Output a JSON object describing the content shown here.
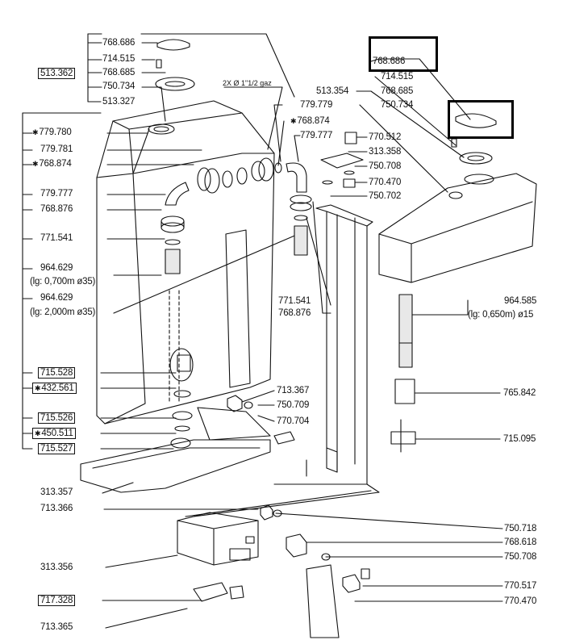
{
  "note": "2X Ø 1\"1/2 gaz",
  "left_labels": [
    {
      "text": "768.686",
      "boxed": false,
      "starred": false
    },
    {
      "text": "714.515",
      "boxed": false,
      "starred": false
    },
    {
      "text": "768.685",
      "boxed": false,
      "starred": false
    },
    {
      "text": "750.734",
      "boxed": false,
      "starred": false
    },
    {
      "text": "513.327",
      "boxed": false,
      "starred": false
    },
    {
      "text": "779.780",
      "boxed": false,
      "starred": true
    },
    {
      "text": "779.781",
      "boxed": false,
      "starred": false
    },
    {
      "text": "768.874",
      "boxed": false,
      "starred": true
    },
    {
      "text": "779.777",
      "boxed": false,
      "starred": false
    },
    {
      "text": "768.876",
      "boxed": false,
      "starred": false
    },
    {
      "text": "771.541",
      "boxed": false,
      "starred": false
    },
    {
      "text": "964.629",
      "boxed": false,
      "starred": false
    },
    {
      "text": "(lg: 0,700m ø35)",
      "boxed": false,
      "starred": false
    },
    {
      "text": "964.629",
      "boxed": false,
      "starred": false
    },
    {
      "text": "(lg: 2,000m ø35)",
      "boxed": false,
      "starred": false
    },
    {
      "text": "715.528",
      "boxed": true,
      "starred": false
    },
    {
      "text": "432.561",
      "boxed": true,
      "starred": true
    },
    {
      "text": "715.526",
      "boxed": true,
      "starred": false
    },
    {
      "text": "450.511",
      "boxed": true,
      "starred": true
    },
    {
      "text": "715.527",
      "boxed": true,
      "starred": false
    },
    {
      "text": "313.357",
      "boxed": false,
      "starred": false
    },
    {
      "text": "713.366",
      "boxed": false,
      "starred": false
    },
    {
      "text": "313.356",
      "boxed": false,
      "starred": false
    },
    {
      "text": "717.328",
      "boxed": true,
      "starred": false
    },
    {
      "text": "713.365",
      "boxed": false,
      "starred": false
    },
    {
      "text": "513.362",
      "boxed": true,
      "starred": false
    }
  ],
  "center_labels": [
    {
      "text": "779.779",
      "starred": false
    },
    {
      "text": "768.874",
      "starred": true
    },
    {
      "text": "779.777",
      "starred": false
    },
    {
      "text": "770.512",
      "starred": false
    },
    {
      "text": "313.358",
      "starred": false
    },
    {
      "text": "750.708",
      "starred": false
    },
    {
      "text": "770.470",
      "starred": false
    },
    {
      "text": "750.702",
      "starred": false
    },
    {
      "text": "771.541",
      "starred": false
    },
    {
      "text": "768.876",
      "starred": false
    },
    {
      "text": "713.367",
      "starred": false
    },
    {
      "text": "750.709",
      "starred": false
    },
    {
      "text": "770.704",
      "starred": false
    }
  ],
  "right_labels": [
    {
      "text": "768.686",
      "highlighted": true
    },
    {
      "text": "714.515",
      "highlighted": false
    },
    {
      "text": "513.354",
      "highlighted": false
    },
    {
      "text": "768.685",
      "highlighted": false
    },
    {
      "text": "750.734",
      "highlighted": false
    },
    {
      "text": "964.585",
      "highlighted": false
    },
    {
      "text": "(lg: 0,650m) ø15",
      "highlighted": false
    },
    {
      "text": "765.842",
      "highlighted": false
    },
    {
      "text": "715.095",
      "highlighted": false
    },
    {
      "text": "750.718",
      "highlighted": false
    },
    {
      "text": "768.618",
      "highlighted": false
    },
    {
      "text": "750.708",
      "highlighted": false
    },
    {
      "text": "770.517",
      "highlighted": false
    },
    {
      "text": "770.470",
      "highlighted": false
    }
  ]
}
